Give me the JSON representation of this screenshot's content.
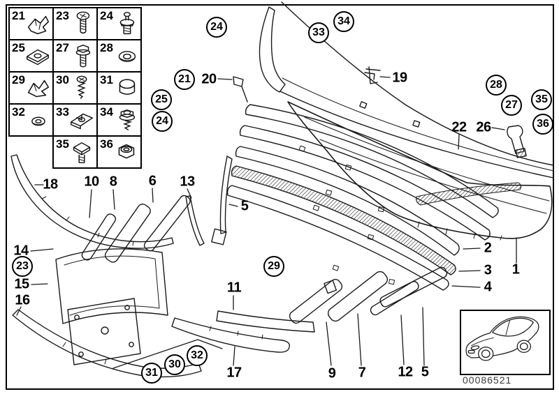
{
  "colors": {
    "line": "#1a1a1a",
    "background": "#ffffff"
  },
  "fastener_grid": {
    "cells": [
      {
        "num": "21",
        "icon": "body-clip"
      },
      {
        "num": "23",
        "icon": "pan-head-screw"
      },
      {
        "num": "24",
        "icon": "expanding-rivet"
      },
      {
        "num": "25",
        "icon": "speed-nut"
      },
      {
        "num": "27",
        "icon": "hex-flange-bolt"
      },
      {
        "num": "28",
        "icon": "washer"
      },
      {
        "num": "29",
        "icon": "spring-clip"
      },
      {
        "num": "30",
        "icon": "tapping-screw"
      },
      {
        "num": "31",
        "icon": "cover-cap"
      },
      {
        "num": "32",
        "icon": "small-washer"
      },
      {
        "num": "33",
        "icon": "clip-nut"
      },
      {
        "num": "34",
        "icon": "hex-washer-screw"
      },
      {
        "num": "35",
        "icon": "square-head-bolt"
      },
      {
        "num": "36",
        "icon": "hex-nut"
      }
    ]
  },
  "labels": {
    "p1": "1",
    "p2": "2",
    "p3": "3",
    "p4": "4",
    "p5a": "5",
    "p5b": "5",
    "p6": "6",
    "p7": "7",
    "p8": "8",
    "p9": "9",
    "p10": "10",
    "p11": "11",
    "p12": "12",
    "p13": "13",
    "p14": "14",
    "p15": "15",
    "p16": "16",
    "p17": "17",
    "p18": "18",
    "p19": "19",
    "p20": "20",
    "p22": "22",
    "p26": "26"
  },
  "circled": {
    "c21": "21",
    "c23": "23",
    "c24_top": "24",
    "c24_left": "24",
    "c25": "25",
    "c27": "27",
    "c28": "28",
    "c29": "29",
    "c30": "30",
    "c31": "31",
    "c32": "32",
    "c33": "33",
    "c34": "34",
    "c35": "35",
    "c36": "36"
  },
  "vehicle_thumbnail": {
    "code": "00086521"
  }
}
